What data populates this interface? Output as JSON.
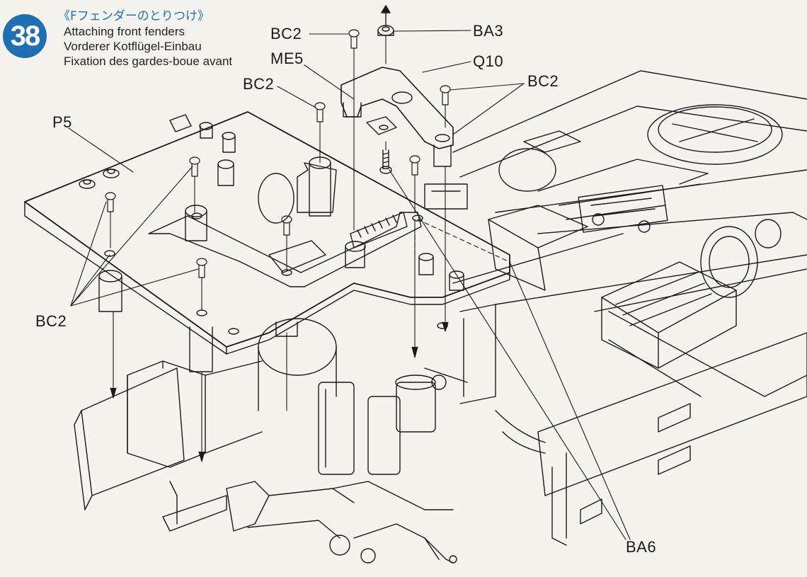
{
  "step": {
    "number": "38",
    "title_jp": "《Fフェンダーのとりつけ》",
    "title_en": "Attaching front fenders",
    "title_de": "Vorderer Kotflügel-Einbau",
    "title_fr": "Fixation des gardes-boue avant"
  },
  "part_labels": {
    "bc2_top": "BC2",
    "ba3": "BA3",
    "me5": "ME5",
    "q10": "Q10",
    "bc2_left": "BC2",
    "bc2_right": "BC2",
    "p5": "P5",
    "bc2_bottom": "BC2",
    "ba6": "BA6"
  },
  "colors": {
    "badge": "#1f6fb2",
    "title_jp": "#1f6fb2",
    "line": "#1a1a1a",
    "paper": "#f4f3ee"
  }
}
